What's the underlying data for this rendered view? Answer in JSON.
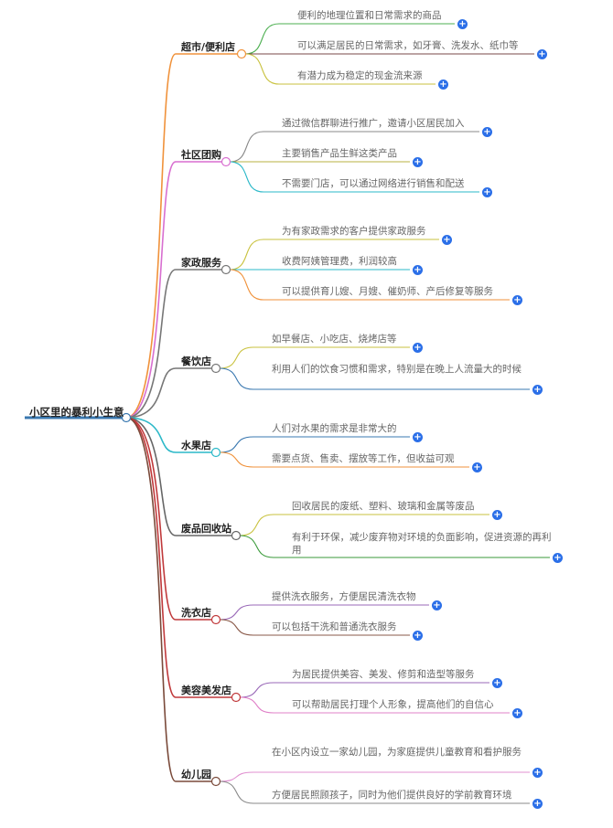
{
  "root": {
    "label": "小区里的暴利小生意"
  },
  "branches": [
    {
      "label": "超市/便利店",
      "color": "#f0923b",
      "leaves": [
        {
          "text": "便利的地理位置和日常需求的商品",
          "color": "#4caf50"
        },
        {
          "text": "可以满足居民的日常需求，如牙膏、洗发水、纸巾等",
          "color": "#7a4a4a"
        },
        {
          "text": "有潜力成为稳定的现金流来源",
          "color": "#c9c23f"
        }
      ]
    },
    {
      "label": "社区团购",
      "color": "#d86fd0",
      "leaves": [
        {
          "text": "通过微信群聊进行推广，邀请小区居民加入",
          "color": "#888888"
        },
        {
          "text": "主要销售产品生鲜这类产品",
          "color": "#b8b040"
        },
        {
          "text": "不需要门店，可以通过网络进行销售和配送",
          "color": "#2bb8c8"
        }
      ]
    },
    {
      "label": "家政服务",
      "color": "#777777",
      "leaves": [
        {
          "text": "为有家政需求的客户提供家政服务",
          "color": "#c9c23f"
        },
        {
          "text": "收费阿姨管理费，利润较高",
          "color": "#2bb8c8"
        },
        {
          "text": "可以提供育儿嫂、月嫂、催奶师、产后修复等服务",
          "color": "#f0923b"
        }
      ]
    },
    {
      "label": "餐饮店",
      "color": "#777777",
      "leaves": [
        {
          "text": "如早餐店、小吃店、烧烤店等",
          "color": "#c9c23f"
        },
        {
          "text": "利用人们的饮食习惯和需求，特别是在晚上人流量大的时候",
          "color": "#3a78b0"
        }
      ]
    },
    {
      "label": "水果店",
      "color": "#2bb8c8",
      "leaves": [
        {
          "text": "人们对水果的需求是非常大的",
          "color": "#3a78b0"
        },
        {
          "text": "需要点货、售卖、摆放等工作，但收益可观",
          "color": "#f0923b"
        }
      ]
    },
    {
      "label": "废品回收站",
      "color": "#666666",
      "leaves": [
        {
          "text": "回收居民的废纸、塑料、玻璃和金属等废品",
          "color": "#c9c23f"
        },
        {
          "text": "有利于环保，减少废弃物对环境的负面影响，促进资源的再利用",
          "color": "#3a9a3a"
        }
      ]
    },
    {
      "label": "洗衣店",
      "color": "#c0393b",
      "leaves": [
        {
          "text": "提供洗衣服务，方便居民清洗衣物",
          "color": "#9a6ab8"
        },
        {
          "text": "可以包括干洗和普通洗衣服务",
          "color": "#8a5a4a"
        }
      ]
    },
    {
      "label": "美容美发店",
      "color": "#c0393b",
      "leaves": [
        {
          "text": "为居民提供美容、美发、修剪和造型等服务",
          "color": "#9a6ab8"
        },
        {
          "text": "可以帮助居民打理个人形象，提高他们的自信心",
          "color": "#e080c8"
        }
      ]
    },
    {
      "label": "幼儿园",
      "color": "#7a4a3a",
      "leaves": [
        {
          "text": "在小区内设立一家幼儿园，为家庭提供儿童教育和看护服务",
          "color": "#e090d0"
        },
        {
          "text": "方便居民照顾孩子，同时为他们提供良好的学前教育环境",
          "color": "#888888"
        }
      ]
    }
  ],
  "icons": {
    "expand": "plus-circle-icon",
    "expand_glyph": "+"
  }
}
